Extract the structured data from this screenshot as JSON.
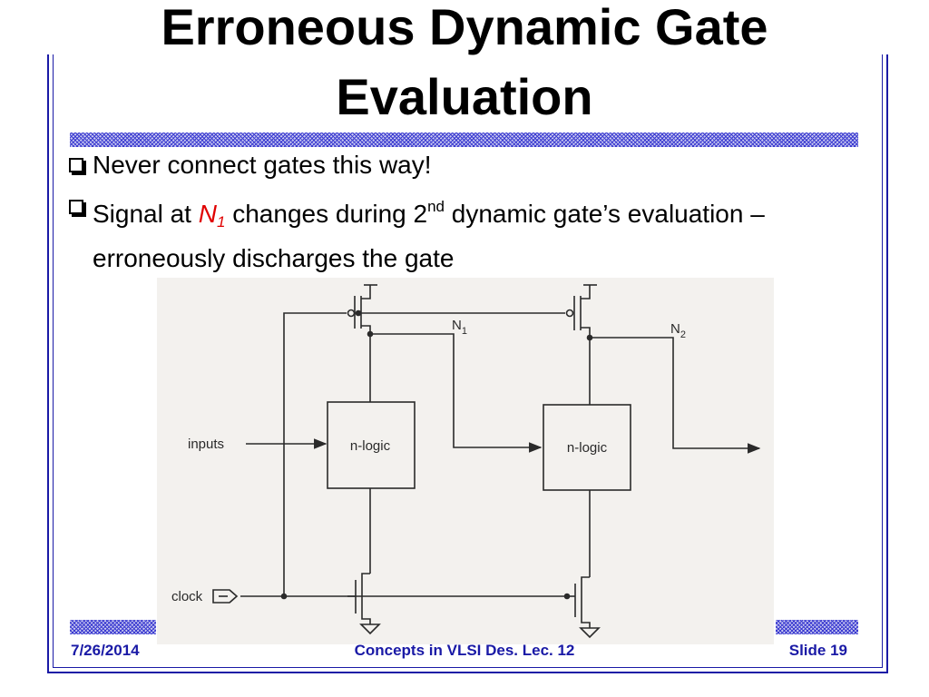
{
  "slide": {
    "title_line1": "Erroneous Dynamic Gate",
    "title_line2": "Evaluation",
    "bullets": [
      {
        "text": "Never connect gates this way!"
      },
      {
        "pre": "Signal at ",
        "node": "N",
        "node_sub": "1",
        "mid": " changes during 2",
        "sup": "nd",
        "post": " dynamic gate’s evaluation – erroneously discharges the gate"
      }
    ],
    "footer": {
      "date": "7/26/2014",
      "course": "Concepts in VLSI Des. Lec. 12",
      "slide_no": "Slide 19"
    },
    "colors": {
      "accent": "#1a1aa6",
      "highlight": "#e00000",
      "pattern": "#3a3ad0"
    }
  },
  "diagram": {
    "labels": {
      "inputs": "inputs",
      "clock": "clock",
      "nlogic1": "n-logic",
      "nlogic2": "n-logic",
      "n1": "N",
      "n1_sub": "1",
      "n2": "N",
      "n2_sub": "2"
    }
  }
}
